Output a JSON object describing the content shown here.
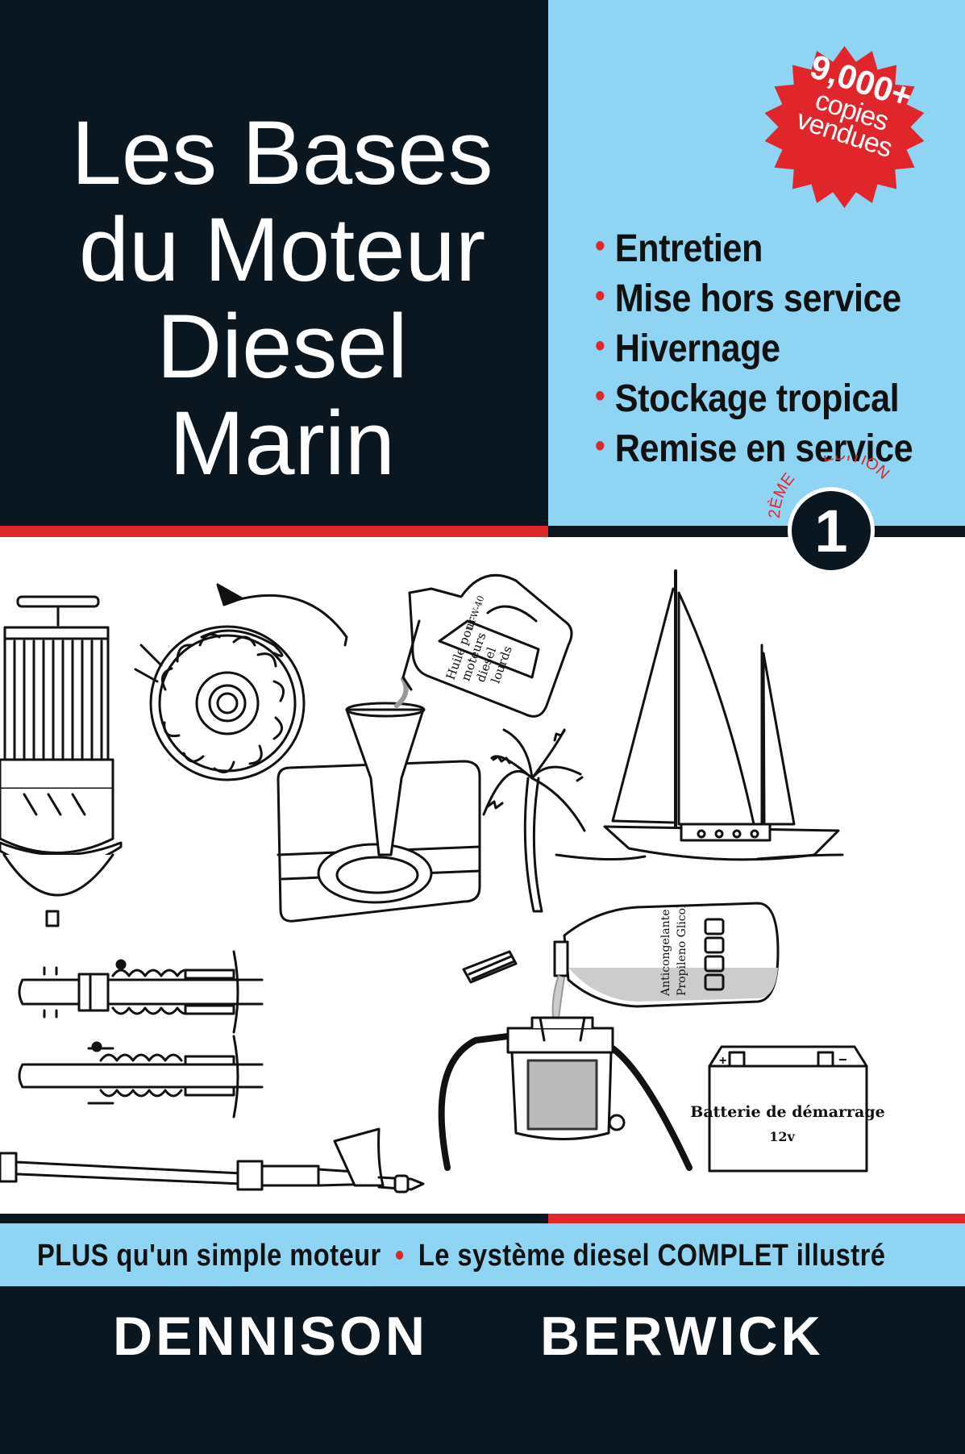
{
  "cover": {
    "title_lines": [
      "Les Bases",
      "du Moteur",
      "Diesel",
      "Marin"
    ],
    "badge": {
      "number": "9,000+",
      "line1": "copies",
      "line2": "vendues"
    },
    "bullets": [
      "Entretien",
      "Mise hors service",
      "Hivernage",
      "Stockage tropical",
      "Remise en service"
    ],
    "edition": {
      "label_left": "2ÈME",
      "label_right": "EDITION",
      "number": "1"
    },
    "illustration_labels": {
      "oil_can": [
        "Huile pour",
        "moteurs",
        "diesel",
        "lourds"
      ],
      "oil_grade": "15-W-40",
      "antifreeze": [
        "Anticongelante",
        "Propileno Glicol"
      ],
      "battery_label": "Batterie de démarrage",
      "battery_voltage": "12v",
      "battery_plus": "+",
      "battery_minus": "−"
    },
    "tagline": {
      "left": "PLUS qu'un simple moteur",
      "separator": "•",
      "right": "Le système diesel COMPLET illustré"
    },
    "authors": [
      "DENNISON",
      "BERWICK"
    ],
    "colors": {
      "dark": "#0b1720",
      "light_blue": "#8fd5f3",
      "red": "#e0262b",
      "white": "#ffffff"
    }
  }
}
